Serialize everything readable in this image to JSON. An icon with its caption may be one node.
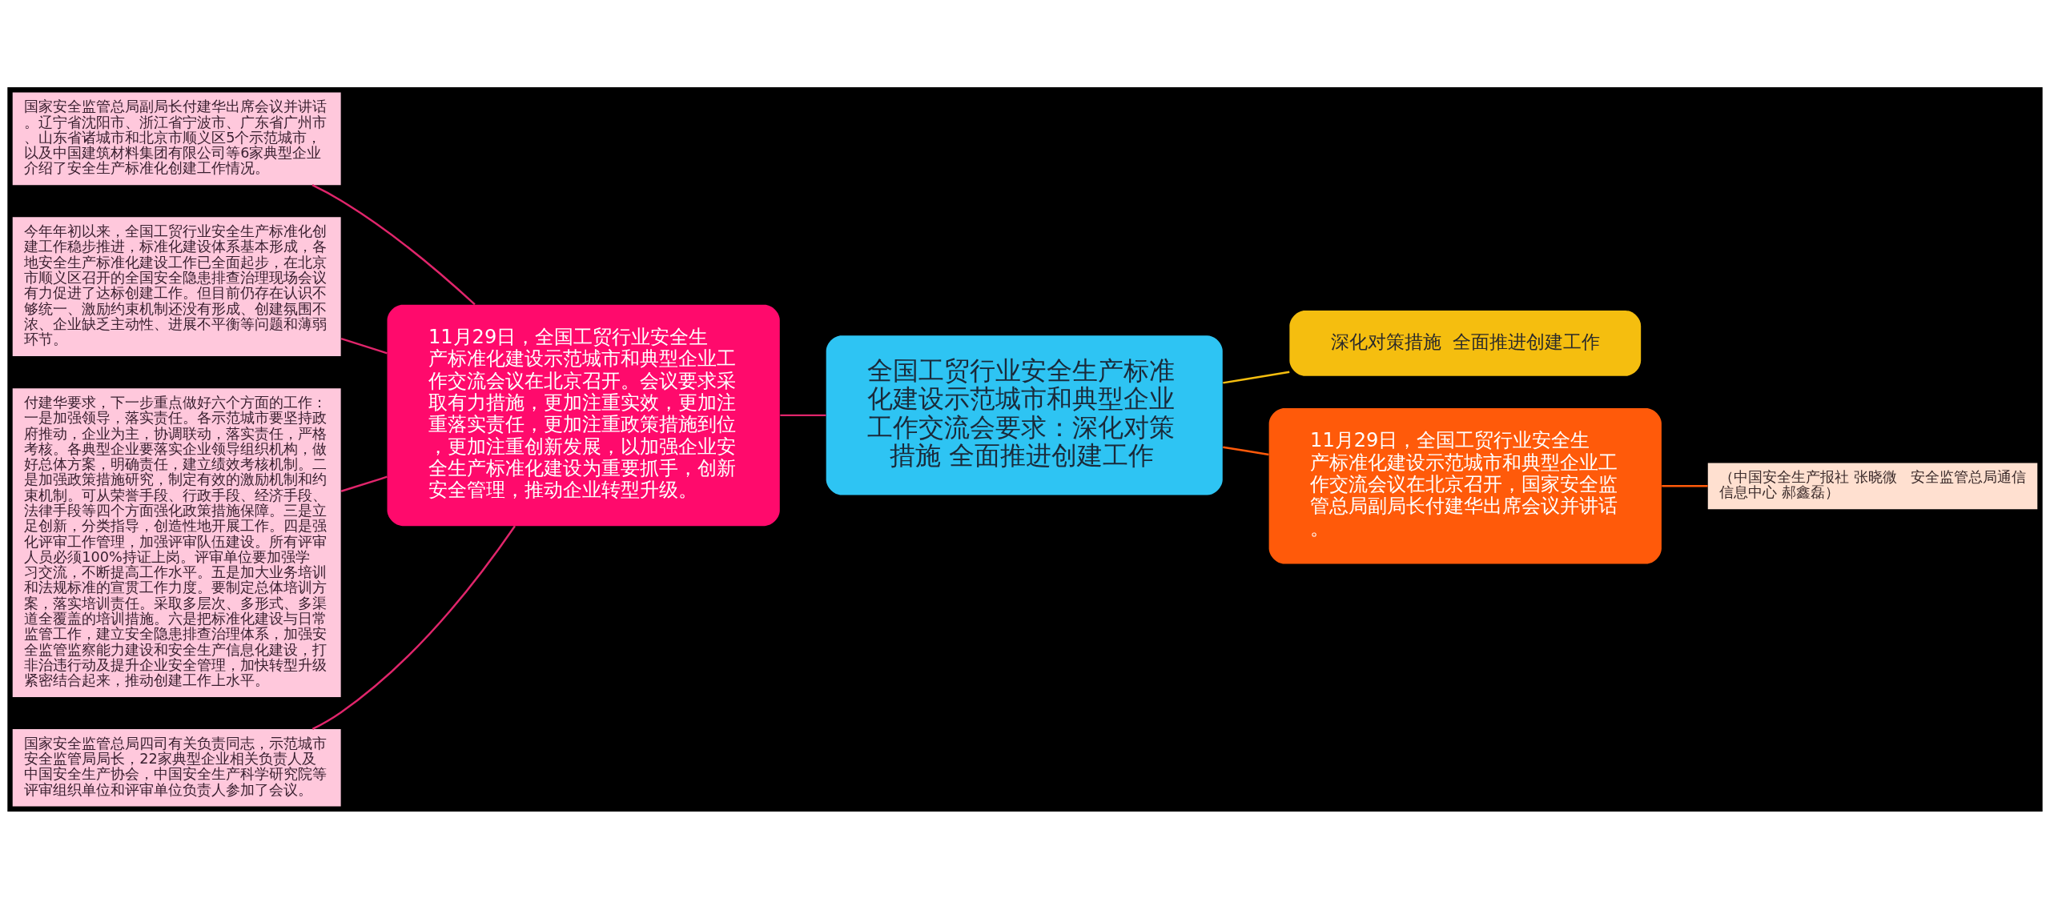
{
  "diagram": {
    "nodes": [
      {
        "text": [
          "全国工贸行业安全生产标准化建设示范城市和典型企业工作交流会要求：深化对策措施 全面推进创建工作"
        ]
      },
      {
        "text": [
          "11月29日，全国工贸行业安全生产标准化建设示范城市和典型企业工作交流会议在北京召开。会议要求采取有力措施，更加注重实效，更加注重落实责任，更加注重政策措施到位，更加注重创新发展，以加强企业安全生产标准化建设为重要抓手，创新安全管理，推动企业转型升级。"
        ]
      },
      {
        "text": [
          "国家安全监管总局副局长付建华出席会议并讲话。辽宁省沈阳市、浙江省宁波市、广东省广州市、山东省诸城市和北京市顺义区5个示范城市，以及中国建筑材料集团有限公司等6家典型企业介绍了安全生产标准化创建工作情况。"
        ]
      },
      {
        "text": [
          "今年年初以来，全国工贸行业安全生产标准化创建工作稳步推进，标准化建设体系基本形成，各地安全生产标准化建设工作已全面起步，在北京市顺义区召开的全国安全隐患排查治理现场会议有力促进了达标创建工作。但目前仍存在认识不够统一、激励约束机制还没有形成、创建氛围不浓、企业缺乏主动性、进展不平衡等问题和薄弱环节。"
        ]
      },
      {
        "text": [
          "付建华要求，下一步重点做好六个方面的工作：一是加强领导，落实责任。各示范城市要坚持政府推动，企业为主，协调联动，落实责任，严格考核。各典型企业要落实企业领导组织机构，做好总体方案，明确责任，建立绩效考核机制。二是加强政策措施研究，制定有效的激励机制和约束机制。可从荣誉手段、行政手段、经济手段、法律手段等四个方面强化政策措施保障。三是立足创新，分类指导，创造性地开展工作。四是强化评审工作管理，加强评审队伍建设。所有评审人员必须100%持证上岗。评审单位要加强学习交流，不断提高工作水平。五是加大业务培训和法规标准的宣贯工作力度。要制定总体培训方案，落实培训责任。采取多层次、多形式、多渠道全覆盖的培训措施。六是把标准化建设与日常监管工作，建立安全隐患排查治理体系，加强安全监管监察能力建设和安全生产信息化建设，打非治违行动及提升企业安全管理，加快转型升级紧密结合起来，推动创建工作上水平。"
        ]
      },
      {
        "text": [
          "国家安全监管总局四司有关负责同志，示范城市安全监管局局长，22家典型企业相关负责人及中国安全生产协会，中国安全生产科学研究院等评审组织单位和评审单位负责人参加了会议。"
        ]
      },
      {
        "text": [
          "深化对策措施  全面推进创建工作"
        ]
      },
      {
        "text": [
          "11月29日，全国工贸行业安全生产标准化建设示范城市和典型企业工作交流会议在北京召开，国家安全监管总局副局长付建华出席会议并讲话。"
        ]
      },
      {
        "text": [
          "（中国安全生产报社 张晓微   安全监管总局通信信息中心 郝鑫磊）"
        ]
      }
    ],
    "edges": [
      {
        "from": 0,
        "to": 1,
        "arrow": "none"
      },
      {
        "from": 1,
        "to": 2,
        "arrow": "none"
      },
      {
        "from": 1,
        "to": 3,
        "arrow": "none"
      },
      {
        "from": 1,
        "to": 4,
        "arrow": "none"
      },
      {
        "from": 1,
        "to": 5,
        "arrow": "none"
      },
      {
        "from": 0,
        "to": 6,
        "arrow": "none",
        "color": "#f5be0f"
      },
      {
        "from": 0,
        "to": 7,
        "arrow": "none",
        "color": "#ff5a0a"
      },
      {
        "from": 7,
        "to": 8,
        "arrow": "none",
        "color": "#ff5a0a"
      }
    ]
  }
}
